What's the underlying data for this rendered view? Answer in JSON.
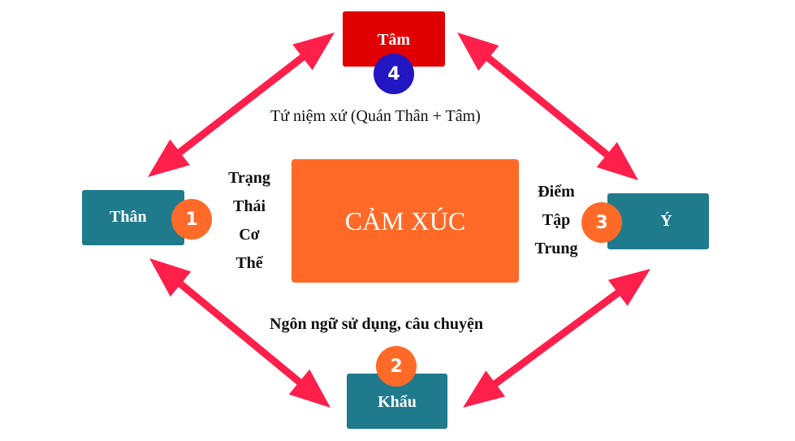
{
  "colors": {
    "arrow": "#ff1f4b",
    "tam_box": "#e00000",
    "teal_box": "#1f7a8c",
    "center_box": "#ff6a28",
    "badge_orange": "#ff6a28",
    "badge_blue": "#2216c2"
  },
  "nodes": {
    "tam": {
      "label": "Tâm",
      "badge": "4"
    },
    "than": {
      "label": "Thân",
      "badge": "1"
    },
    "y": {
      "label": "Ý",
      "badge": "3"
    },
    "khau": {
      "label": "Khẩu",
      "badge": "2"
    }
  },
  "center": {
    "label": "CẢM XÚC"
  },
  "labels": {
    "top": "Tứ niệm xứ (Quán Thân + Tâm)",
    "bottom": "Ngôn ngữ sử dụng, câu chuyện",
    "left": [
      "Trạng",
      "Thái",
      "Cơ",
      "Thể"
    ],
    "right": [
      "Điểm",
      "Tập",
      "Trung"
    ]
  }
}
